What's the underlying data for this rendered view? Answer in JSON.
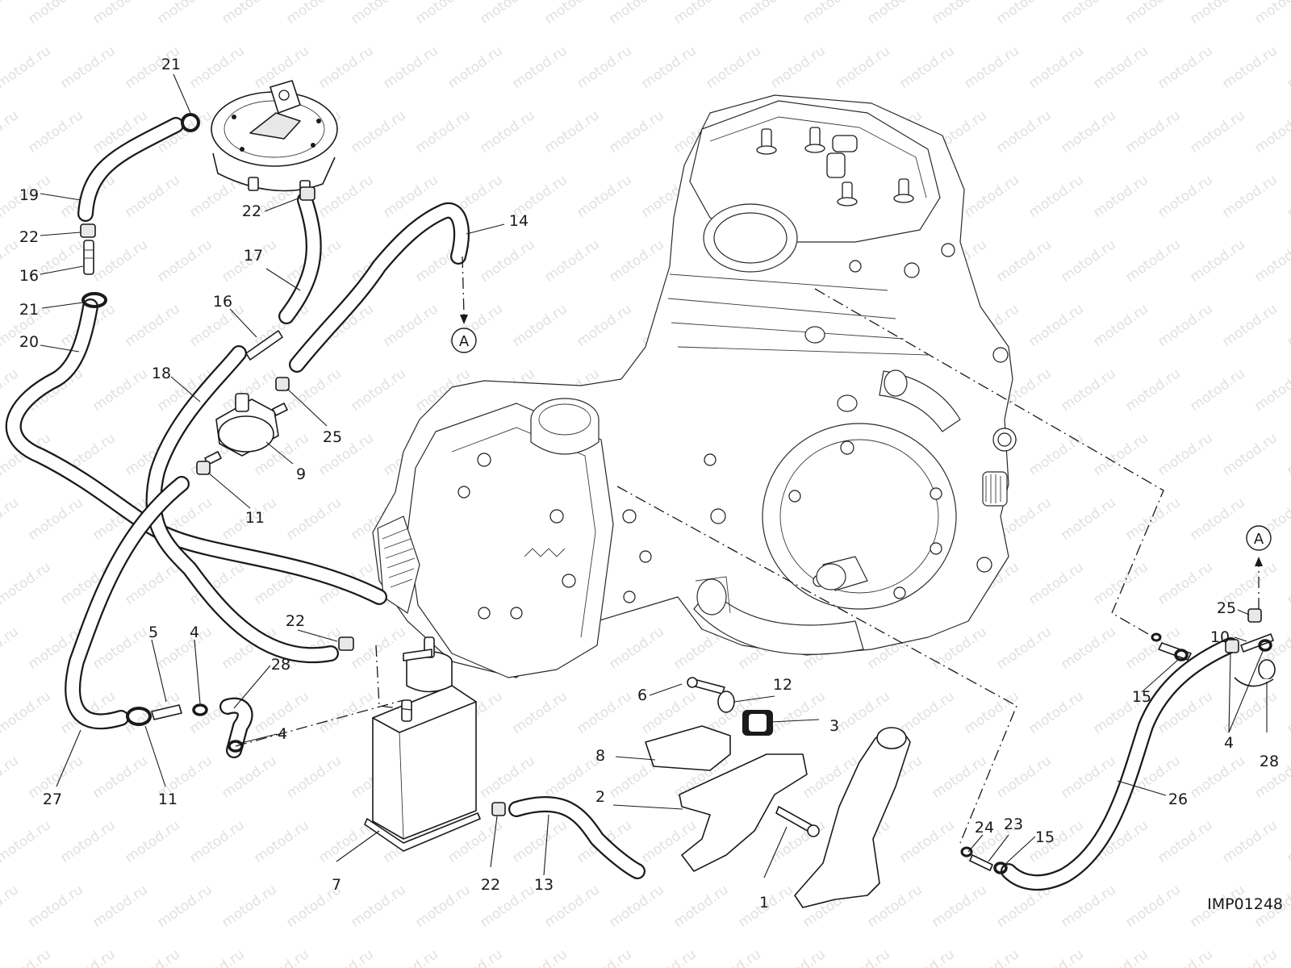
{
  "figure_code": "IMP01248",
  "watermark_text": "motod.ru",
  "reference_marker": "A",
  "callouts": [
    {
      "label": "21"
    },
    {
      "label": "19"
    },
    {
      "label": "22"
    },
    {
      "label": "16"
    },
    {
      "label": "21"
    },
    {
      "label": "20"
    },
    {
      "label": "22"
    },
    {
      "label": "17"
    },
    {
      "label": "16"
    },
    {
      "label": "14"
    },
    {
      "label": "18"
    },
    {
      "label": "25"
    },
    {
      "label": "9"
    },
    {
      "label": "11"
    },
    {
      "label": "22"
    },
    {
      "label": "5"
    },
    {
      "label": "4"
    },
    {
      "label": "28"
    },
    {
      "label": "4"
    },
    {
      "label": "27"
    },
    {
      "label": "11"
    },
    {
      "label": "7"
    },
    {
      "label": "22"
    },
    {
      "label": "13"
    },
    {
      "label": "6"
    },
    {
      "label": "12"
    },
    {
      "label": "3"
    },
    {
      "label": "8"
    },
    {
      "label": "2"
    },
    {
      "label": "1"
    },
    {
      "label": "24"
    },
    {
      "label": "23"
    },
    {
      "label": "15"
    },
    {
      "label": "26"
    },
    {
      "label": "15"
    },
    {
      "label": "25"
    },
    {
      "label": "10"
    },
    {
      "label": "4"
    },
    {
      "label": "28"
    }
  ]
}
